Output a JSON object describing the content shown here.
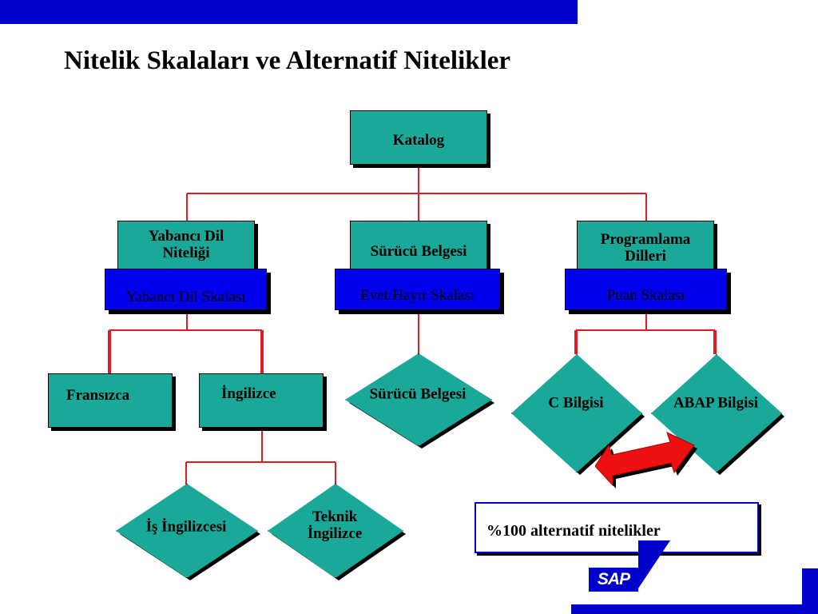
{
  "slide": {
    "title": "Nitelik Skalaları ve Alternatif Nitelikler"
  },
  "diagram": {
    "root": "Katalog",
    "branches": [
      {
        "attribute": "Yabancı Dil Niteliği",
        "attribute_lines": [
          "Yabancı Dil",
          "Niteliği"
        ],
        "scale": "Yabancı Dil Skalası"
      },
      {
        "attribute": "Sürücü Belgesi",
        "scale": "Evet/Hayır Skalası"
      },
      {
        "attribute": "Programlama Dilleri",
        "attribute_lines": [
          "Programlama",
          "Dilleri"
        ],
        "scale": "Puan Skalası"
      }
    ],
    "languages": [
      "Fransızca",
      "İngilizce"
    ],
    "driver_license_item": "Sürücü Belgesi",
    "programming_items": [
      "C Bilgisi",
      "ABAP Bilgisi"
    ],
    "english_subitems": [
      {
        "label": "İş İngilizcesi",
        "lines": [
          "İş İngilizcesi"
        ]
      },
      {
        "label": "Teknik İngilizce",
        "lines": [
          "Teknik",
          "İngilizce"
        ]
      }
    ],
    "note": "%100 alternatif nitelikler"
  },
  "brand": {
    "logo_text": "SAP"
  },
  "colors": {
    "box_teal": "#1aa898",
    "scale_blue": "#0000ee",
    "brand_blue": "#0000cc",
    "connector_red": "#e31b23",
    "arrow_red": "#ee1111"
  }
}
